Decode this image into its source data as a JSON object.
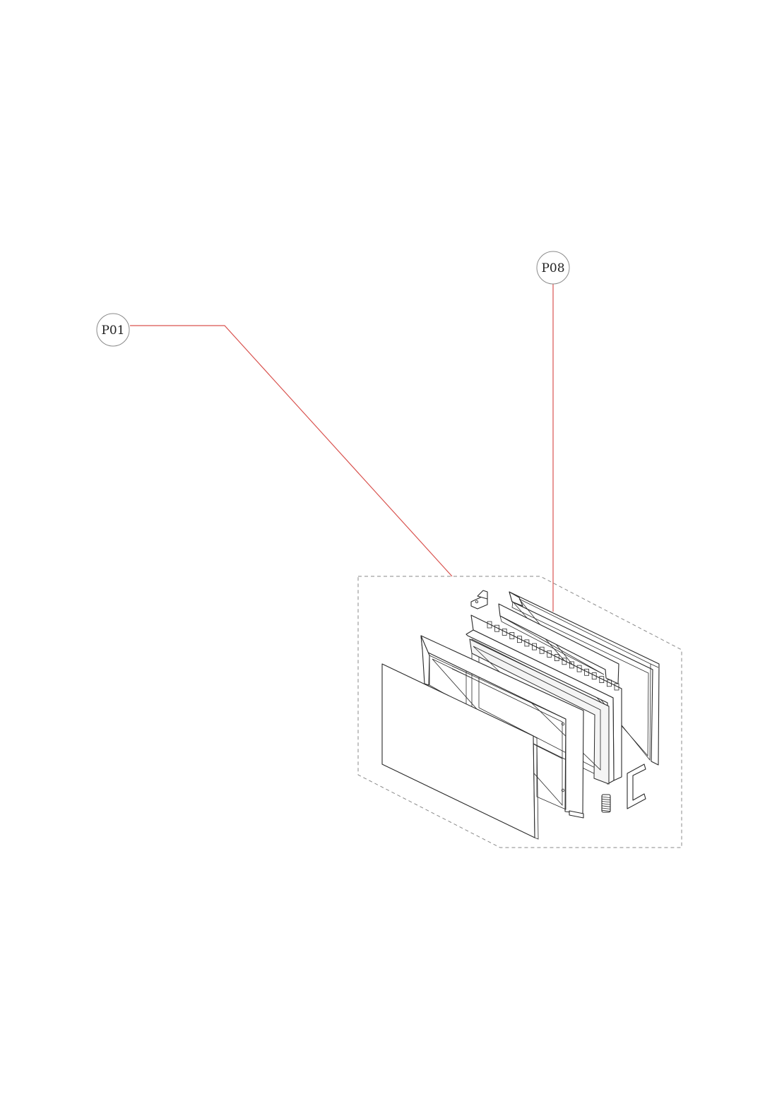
{
  "callouts": [
    {
      "id": "p01",
      "label": "P01"
    },
    {
      "id": "p08",
      "label": "P08"
    }
  ],
  "colors": {
    "leader_line": "#d9534f",
    "boundary": "#8a8a8a",
    "part_stroke": "#2a2a2a"
  }
}
